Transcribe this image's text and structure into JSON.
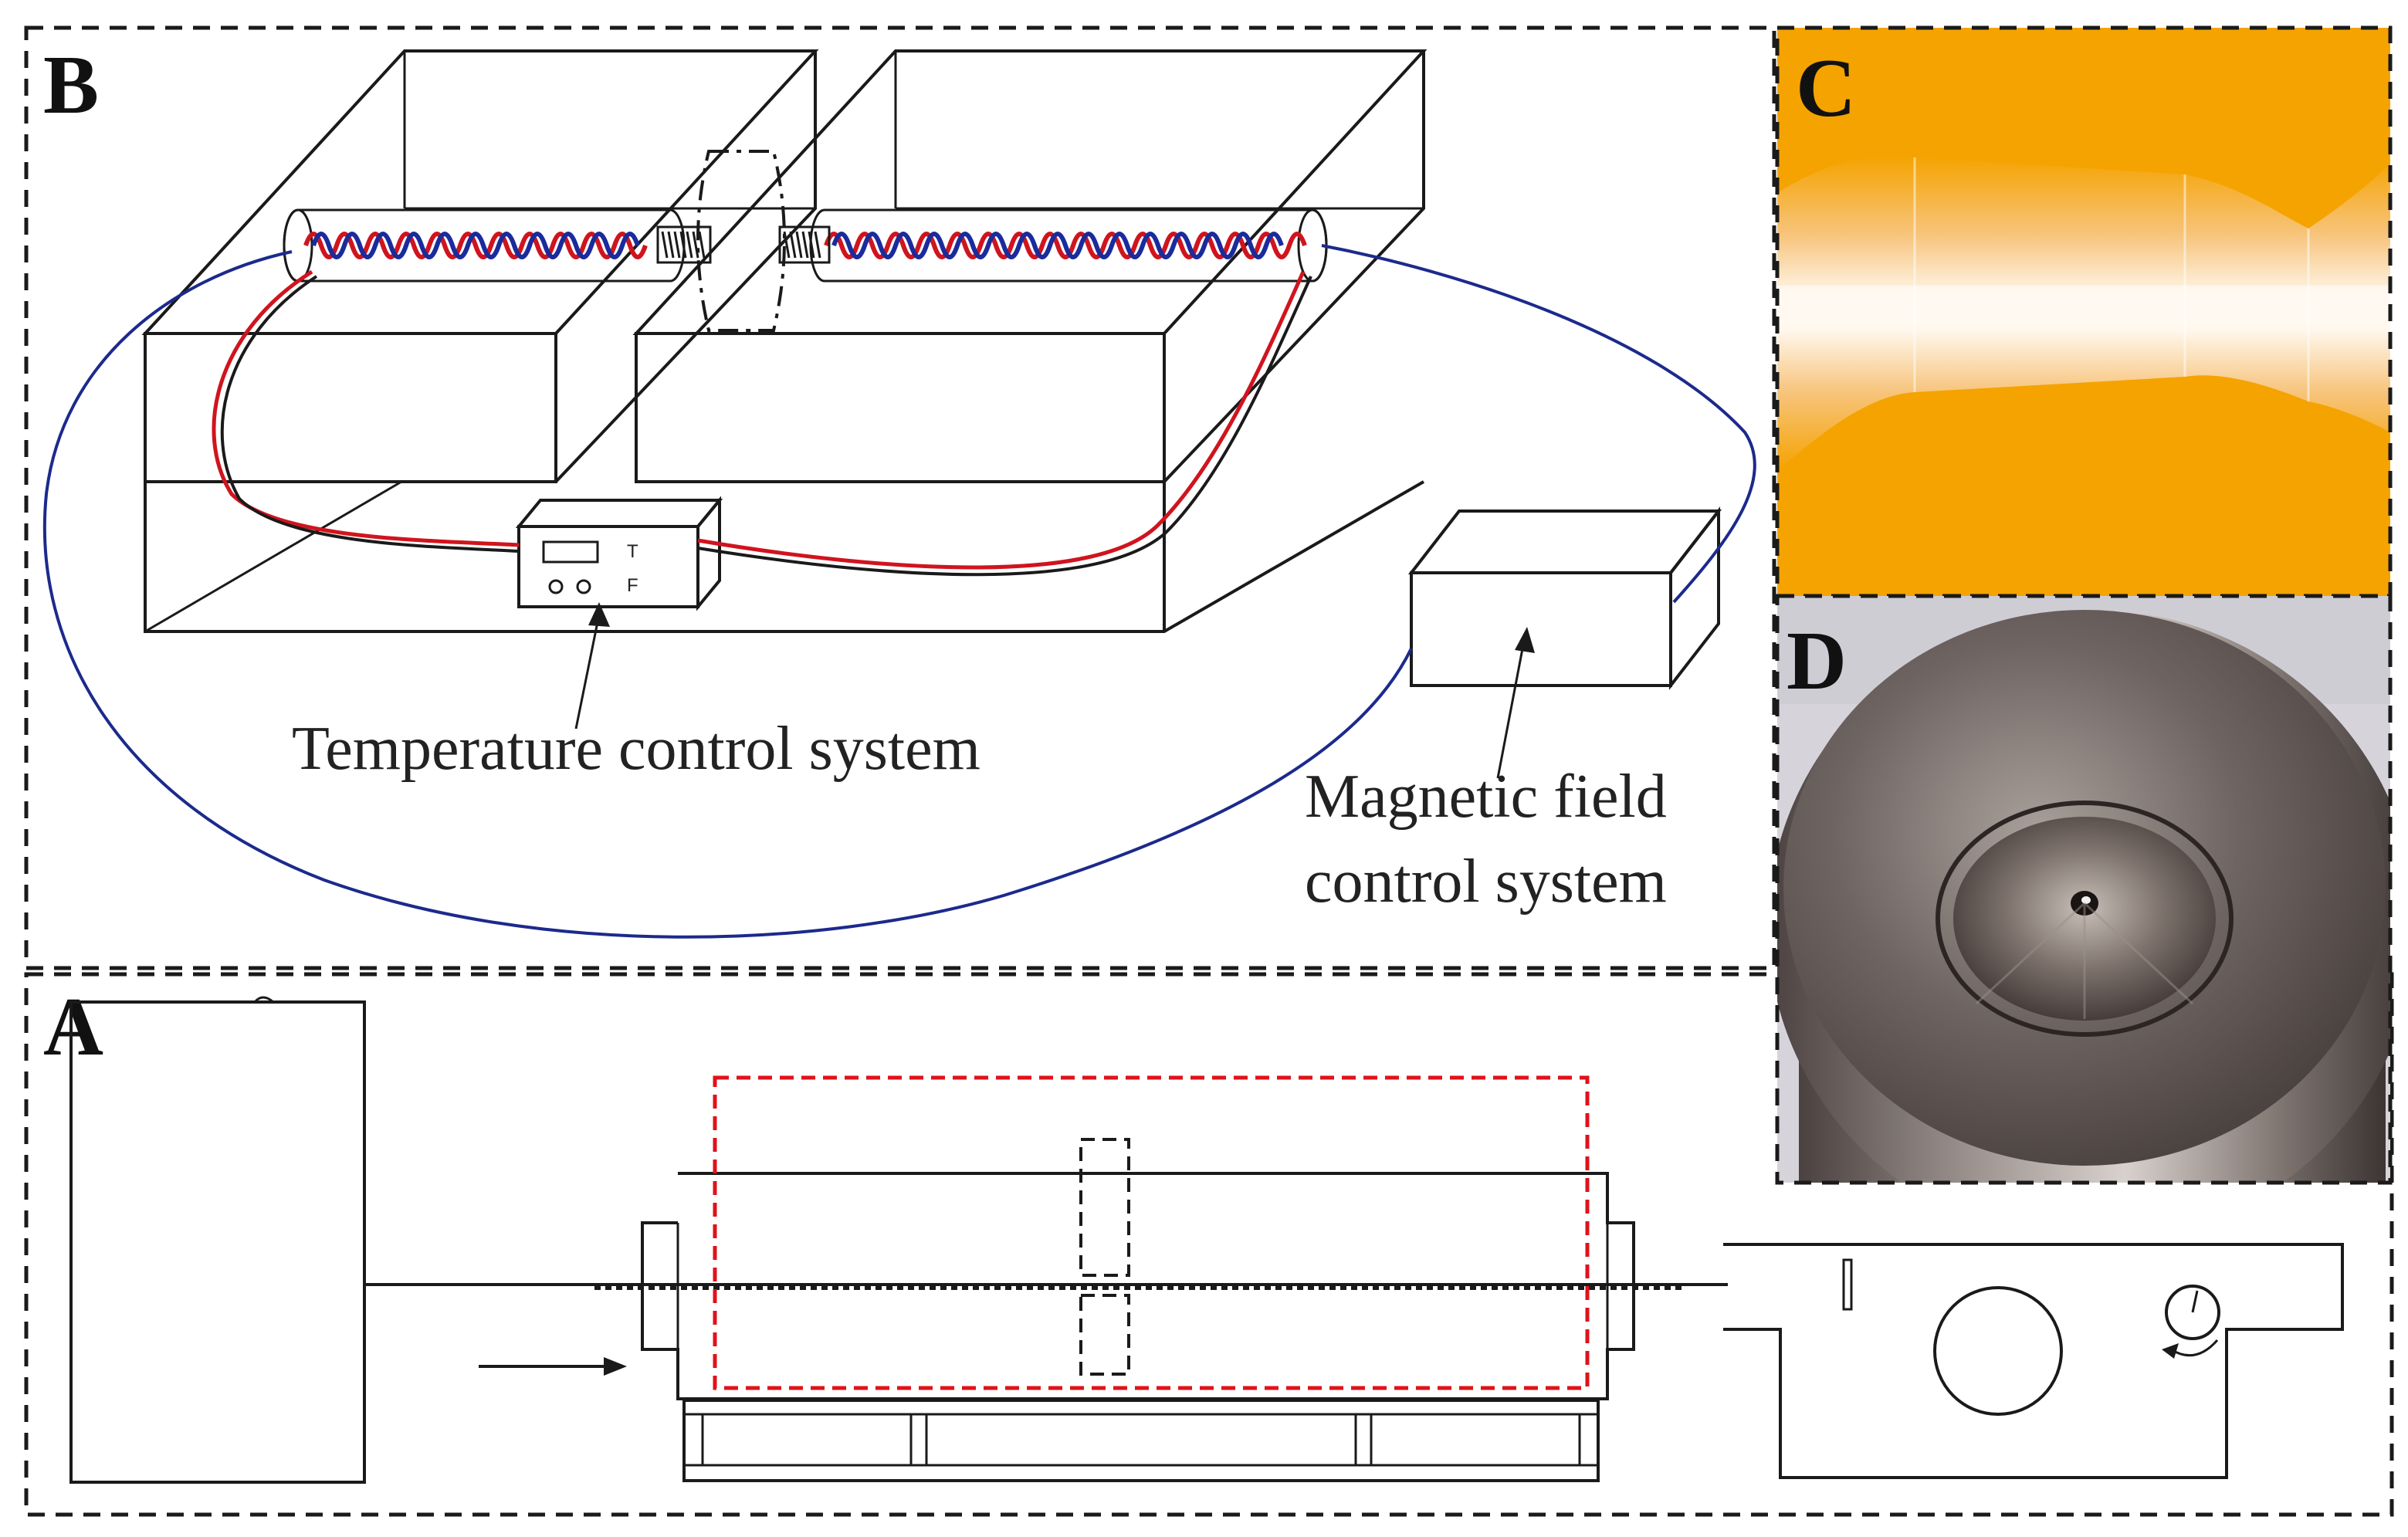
{
  "panels": {
    "a": "A",
    "b": "B",
    "c": "C",
    "d": "D"
  },
  "labels": {
    "temperature_control": "Temperature control system",
    "magnetic_field_line1": "Magnetic field",
    "magnetic_field_line2": "control system",
    "controller_t": "T",
    "controller_f": "F"
  },
  "colors": {
    "coil_red": "#d0141e",
    "coil_blue": "#1a2b9c",
    "wire_blue": "#1c2a8c",
    "die_orange": "#f5a300",
    "frame_dashed": "#1a1a1a",
    "region_red_dashed": "#e0121a"
  }
}
